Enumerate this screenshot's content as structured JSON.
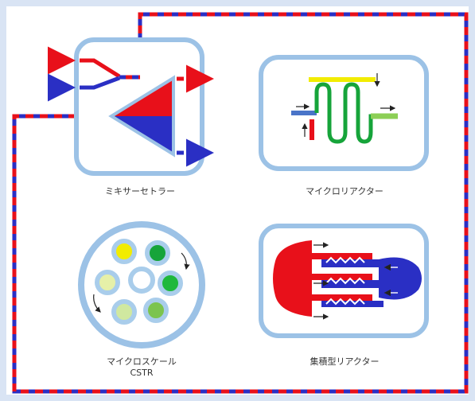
{
  "labels": {
    "mixer_settler": "ミキサーセトラー",
    "microreactor": "マイクロリアクター",
    "microscale_cstr_line1": "マイクロスケール",
    "microscale_cstr_line2": "CSTR",
    "integrated_reactor": "集積型リアクター"
  },
  "colors": {
    "background": "#d9e4f4",
    "panel": "#ffffff",
    "frame_blue": "#9cc2e6",
    "red": "#e8101a",
    "blue": "#2a2fc4",
    "yellow": "#f2ec00",
    "green": "#16a43a",
    "light_green": "#8ccf56"
  },
  "icons": [
    "mixer-settler-icon",
    "microreactor-icon",
    "microscale-cstr-icon",
    "integrated-reactor-icon"
  ]
}
